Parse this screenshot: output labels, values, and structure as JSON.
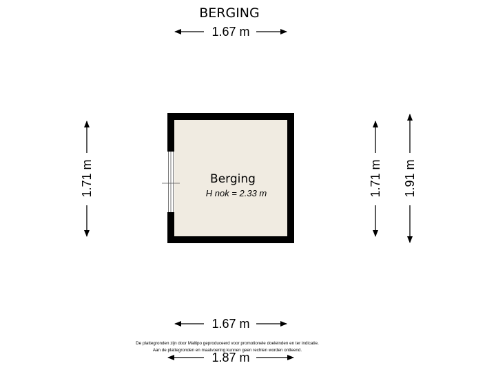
{
  "title": "BERGING",
  "room": {
    "name": "Berging",
    "ridge_height": "H nok = 2.33 m",
    "fill_color": "#f0ebe1",
    "wall_color": "#000000"
  },
  "dimensions": {
    "top_width": "1.67 m",
    "left_height": "1.71 m",
    "right_inner_height": "1.71 m",
    "right_outer_height": "1.91 m",
    "bottom_inner_width": "1.67 m",
    "bottom_outer_width": "1.87 m"
  },
  "disclaimer": {
    "line1": "De plattegronden zijn door Maltipo geproduceerd voor promotionele doeleinden en ter indicatie.",
    "line2": "Aan de plattegronden en maatvoering kunnen geen rechten worden ontleend."
  }
}
